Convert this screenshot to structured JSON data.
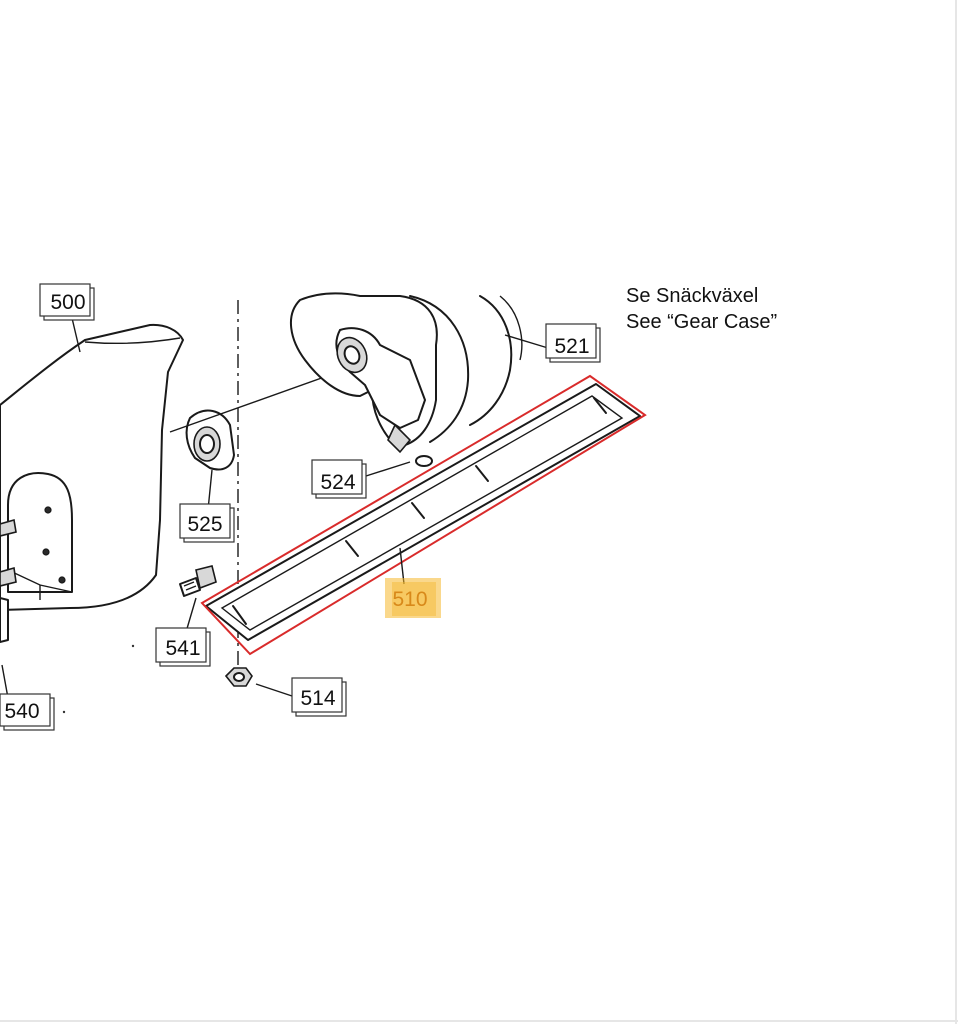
{
  "note_lines": [
    "Se  Snäckväxel",
    "See “Gear Case”"
  ],
  "part_labels": {
    "p500": "500",
    "p521": "521",
    "p524": "524",
    "p525": "525",
    "p510": "510",
    "p541": "541",
    "p514": "514",
    "p540": "540"
  },
  "colors": {
    "highlight_box": "#d92b2b",
    "highlight_label": "#f5b82e",
    "highlight_label_text": "#d8891a"
  }
}
